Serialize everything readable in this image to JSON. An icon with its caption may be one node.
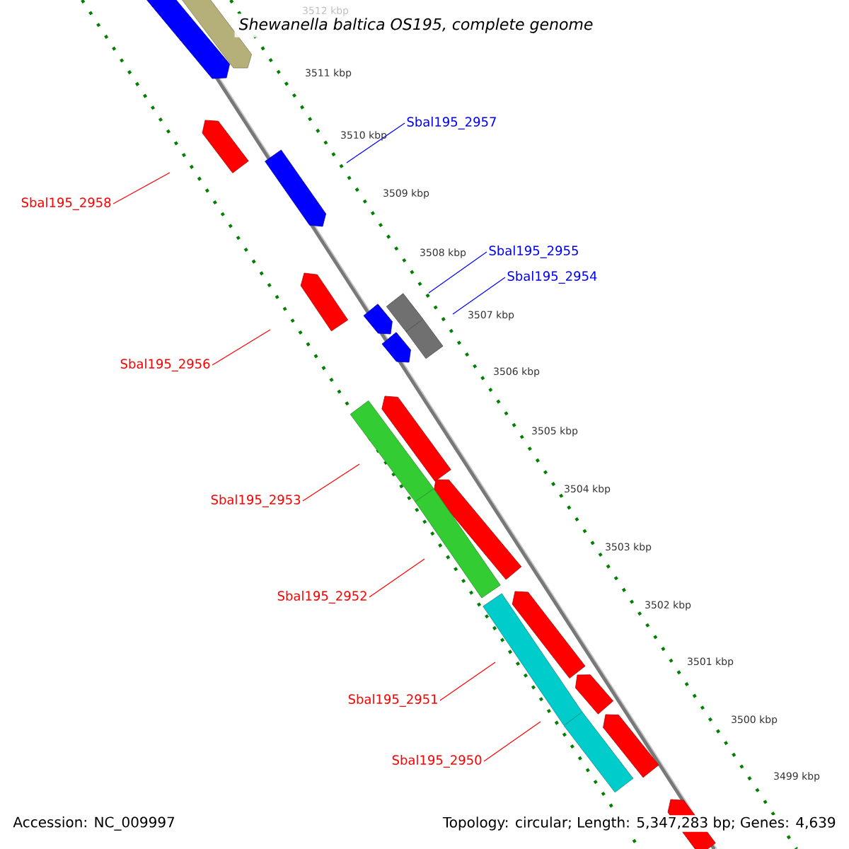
{
  "diagram": {
    "title": "*Shewanella baltica* OS195, complete genome",
    "nodes": [
      {
        "text": [
          "Sbal195_2958"
        ]
      },
      {
        "text": [
          "Sbal195_2957"
        ]
      },
      {
        "text": [
          "Sbal195_2956"
        ]
      },
      {
        "text": [
          "Sbal195_2955"
        ]
      },
      {
        "text": [
          "Sbal195_2954"
        ]
      },
      {
        "text": [
          "Sbal195_2953"
        ]
      },
      {
        "text": [
          "Sbal195_2952"
        ]
      },
      {
        "text": [
          "Sbal195_2951"
        ]
      },
      {
        "text": [
          "Sbal195_2950"
        ]
      }
    ],
    "edges": [
      {
        "from": 0,
        "to": null,
        "arrow": "none"
      },
      {
        "from": 1,
        "to": null,
        "arrow": "none",
        "color": "#0000ff"
      },
      {
        "from": 2,
        "to": null,
        "arrow": "none"
      },
      {
        "from": 3,
        "to": null,
        "arrow": "none",
        "color": "#0000ff"
      },
      {
        "from": 4,
        "to": null,
        "arrow": "none",
        "color": "#0000ff"
      },
      {
        "from": 5,
        "to": null,
        "arrow": "none"
      },
      {
        "from": 6,
        "to": null,
        "arrow": "none"
      },
      {
        "from": 7,
        "to": null,
        "arrow": "none"
      },
      {
        "from": 8,
        "to": null,
        "arrow": "none"
      }
    ],
    "labels": [
      "3512 kbp",
      "3511 kbp",
      "3510 kbp",
      "3509 kbp",
      "3508 kbp",
      "3507 kbp",
      "3506 kbp",
      "3505 kbp",
      "3504 kbp",
      "3503 kbp",
      "3502 kbp",
      "3501 kbp",
      "3500 kbp",
      "3499 kbp",
      "Accession: NC_009997",
      "Topology: circular; Length: 5,347,283 bp; Genes: 4,639"
    ]
  }
}
